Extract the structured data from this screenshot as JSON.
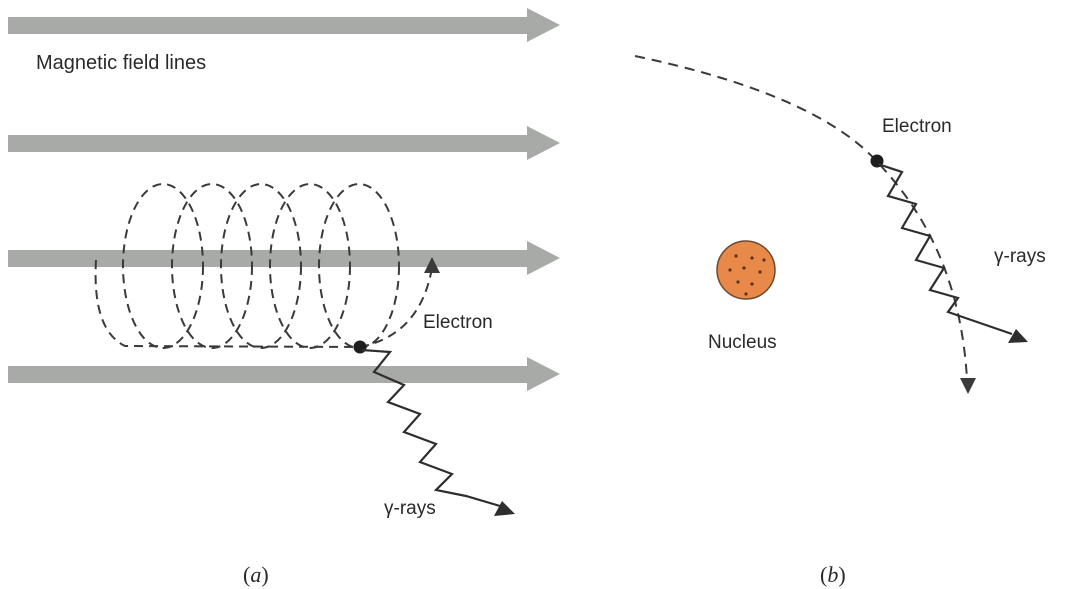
{
  "panel_a": {
    "field_label": "Magnetic field lines",
    "electron_label": "Electron",
    "gamma_label": "γ-rays",
    "caption_open": "(",
    "caption_letter": "a",
    "caption_close": ")"
  },
  "panel_b": {
    "electron_label": "Electron",
    "gamma_label": "γ-rays",
    "nucleus_label": "Nucleus",
    "caption_open": "(",
    "caption_letter": "b",
    "caption_close": ")"
  },
  "colors": {
    "field_arrow": "#a8aaa7",
    "path": "#3a3a3a",
    "electron": "#1e1e1e",
    "nucleus_fill": "#e8894a",
    "nucleus_stroke": "#6a4a30"
  }
}
